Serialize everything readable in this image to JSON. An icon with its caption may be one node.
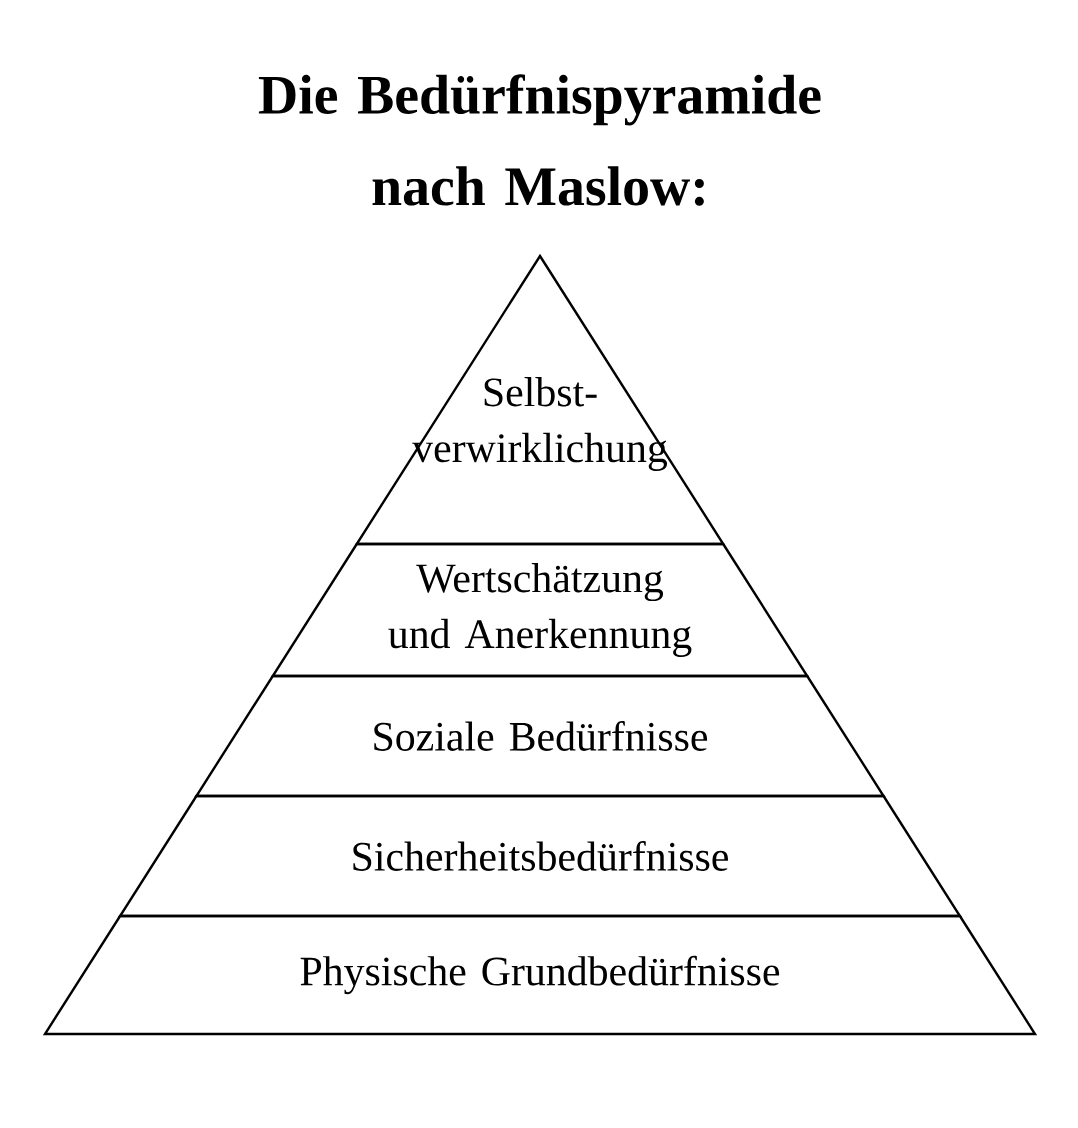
{
  "diagram": {
    "title": "Die Bedürfnispyramide nach Maslow:",
    "nodes": [
      {
        "text": [
          "Selbst- verwirklichung"
        ]
      },
      {
        "text": [
          "Wertschätzung und Anerkennung"
        ]
      },
      {
        "text": [
          "Soziale Bedürfnisse"
        ]
      },
      {
        "text": [
          "Sicherheitsbedürfnisse"
        ]
      },
      {
        "text": [
          "Physische Grundbedürfnisse"
        ]
      }
    ]
  }
}
